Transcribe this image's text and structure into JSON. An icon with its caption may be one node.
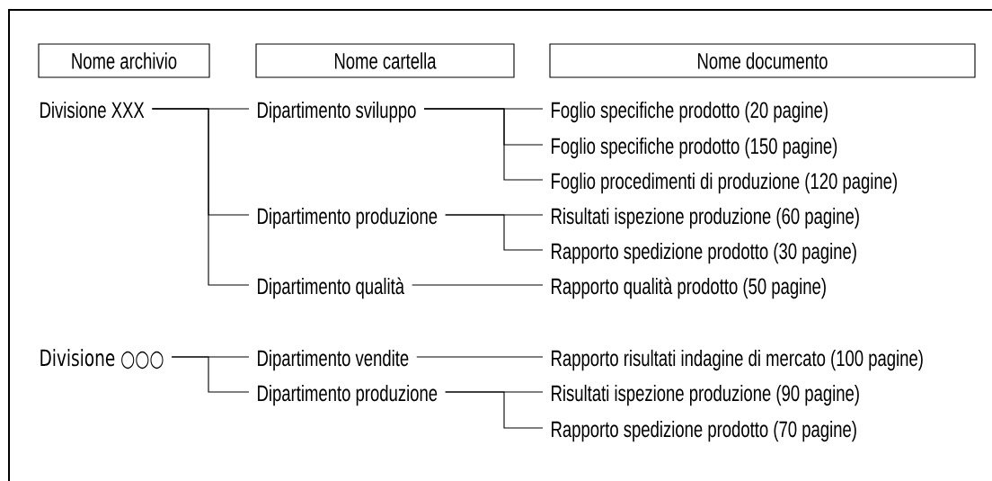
{
  "diagram": {
    "nodes": [
      {
        "text": [
          "Nome archivio"
        ]
      },
      {
        "text": [
          "Nome cartella"
        ]
      },
      {
        "text": [
          "Nome documento"
        ]
      },
      {
        "text": [
          "Divisione XXX"
        ]
      },
      {
        "text": [
          "Dipartimento sviluppo"
        ]
      },
      {
        "text": [
          "Foglio specifiche prodotto (20 pagine)"
        ]
      },
      {
        "text": [
          "Foglio specifiche prodotto (150 pagine)"
        ]
      },
      {
        "text": [
          "Foglio procedimenti di produzione (120 pagine)"
        ]
      },
      {
        "text": [
          "Dipartimento produzione"
        ]
      },
      {
        "text": [
          "Risultati ispezione produzione (60 pagine)"
        ]
      },
      {
        "text": [
          "Rapporto spedizione prodotto (30 pagine)"
        ]
      },
      {
        "text": [
          "Dipartimento qualità"
        ]
      },
      {
        "text": [
          "Rapporto qualità prodotto (50 pagine)"
        ]
      },
      {
        "text": [
          "Divisione ○○○"
        ]
      },
      {
        "text": [
          "Dipartimento vendite"
        ]
      },
      {
        "text": [
          "Rapporto risultati indagine di mercato (100 pagine)"
        ]
      },
      {
        "text": [
          "Dipartimento produzione"
        ]
      },
      {
        "text": [
          "Risultati ispezione produzione (90 pagine)"
        ]
      },
      {
        "text": [
          "Rapporto spedizione prodotto (70 pagine)"
        ]
      }
    ],
    "edges": [
      {
        "from": 3,
        "to": 4,
        "arrow": "none"
      },
      {
        "from": 3,
        "to": 8,
        "arrow": "none"
      },
      {
        "from": 3,
        "to": 11,
        "arrow": "none"
      },
      {
        "from": 4,
        "to": 5,
        "arrow": "none"
      },
      {
        "from": 4,
        "to": 6,
        "arrow": "none"
      },
      {
        "from": 4,
        "to": 7,
        "arrow": "none"
      },
      {
        "from": 8,
        "to": 9,
        "arrow": "none"
      },
      {
        "from": 8,
        "to": 10,
        "arrow": "none"
      },
      {
        "from": 11,
        "to": 12,
        "arrow": "none"
      },
      {
        "from": 13,
        "to": 14,
        "arrow": "none"
      },
      {
        "from": 13,
        "to": 16,
        "arrow": "none"
      },
      {
        "from": 14,
        "to": 15,
        "arrow": "none"
      },
      {
        "from": 16,
        "to": 17,
        "arrow": "none"
      },
      {
        "from": 16,
        "to": 18,
        "arrow": "none"
      }
    ]
  }
}
